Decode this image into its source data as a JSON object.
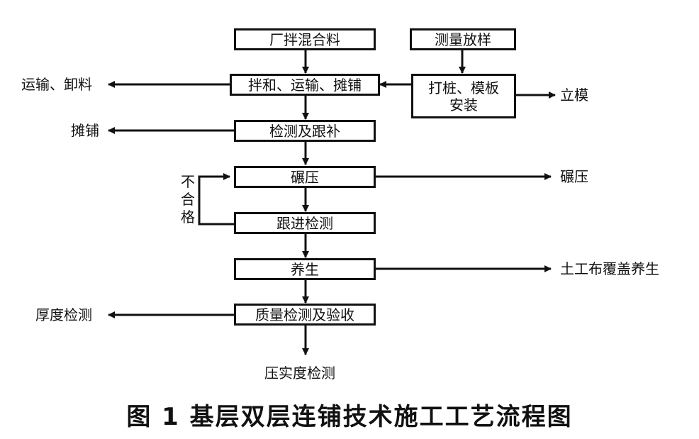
{
  "boxes": {
    "plant_mix": "厂拌混合料",
    "survey": "测量放样",
    "mix_transport_pave": "拌和、运输、摊铺",
    "piling_formwork": "打桩、模板\n安装",
    "inspect_patch": "检测及跟补",
    "rolling": "碾压",
    "follow_inspect": "跟进检测",
    "curing": "养生",
    "quality_accept": "质量检测及验收"
  },
  "side_labels": {
    "transport_unload": "运输、卸料",
    "paving": "摊铺",
    "set_form": "立模",
    "rolling_right": "碾压",
    "not_qualified": "不合格",
    "geotextile_curing": "土工布覆盖养生",
    "thickness_check": "厚度检测",
    "compaction_check": "压实度检测"
  },
  "caption": "图 1   基层双层连铺技术施工工艺流程图"
}
